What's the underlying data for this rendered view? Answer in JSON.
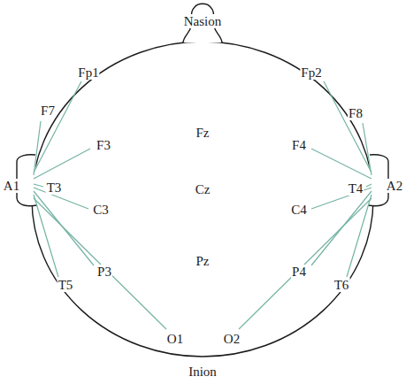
{
  "diagram": {
    "labels": [
      "Nasion",
      "Fp1",
      "Fp2",
      "F7",
      "Fz",
      "F8",
      "F3",
      "F4",
      "A1",
      "T3",
      "Cz",
      "C3",
      "C4",
      "T4",
      "A2",
      "P3",
      "Pz",
      "P4",
      "T5",
      "T6",
      "O1",
      "O2",
      "Inion"
    ]
  }
}
